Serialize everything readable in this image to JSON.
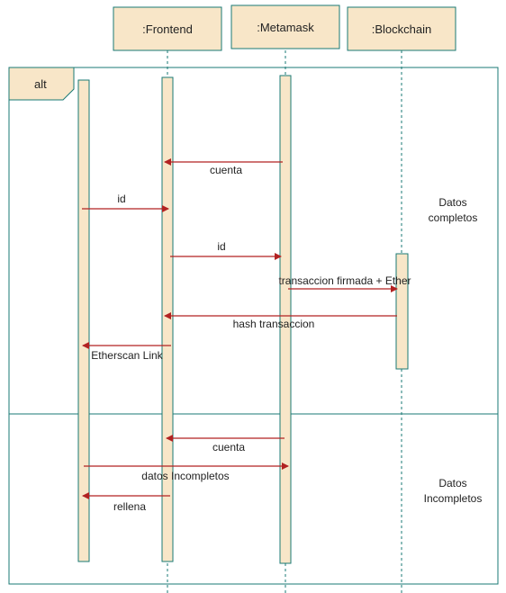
{
  "colors": {
    "box_fill": "#f8e6c8",
    "border": "#1a7a74",
    "arrow": "#b22222"
  },
  "participants": [
    {
      "id": "frontend",
      "label": ":Frontend"
    },
    {
      "id": "metamask",
      "label": ":Metamask"
    },
    {
      "id": "blockchain",
      "label": ":Blockchain"
    }
  ],
  "fragment": {
    "operator": "alt",
    "operands": [
      {
        "guard": [
          "Datos",
          "completos"
        ]
      },
      {
        "guard": [
          "Datos",
          "Incompletos"
        ]
      }
    ]
  },
  "messages": [
    {
      "from": "metamask",
      "to": "frontend",
      "label": "cuenta"
    },
    {
      "from": "actor",
      "to": "frontend",
      "label": "id"
    },
    {
      "from": "frontend",
      "to": "metamask",
      "label": "id"
    },
    {
      "from": "metamask",
      "to": "blockchain",
      "label": "transaccion firmada + Ether"
    },
    {
      "from": "blockchain",
      "to": "frontend",
      "label": "hash transaccion"
    },
    {
      "from": "frontend",
      "to": "actor",
      "label": "Etherscan Link"
    },
    {
      "from": "metamask",
      "to": "frontend",
      "label": "cuenta"
    },
    {
      "from": "actor",
      "to": "metamask",
      "label": "datos Incompletos"
    },
    {
      "from": "frontend",
      "to": "actor",
      "label": "rellena"
    }
  ]
}
